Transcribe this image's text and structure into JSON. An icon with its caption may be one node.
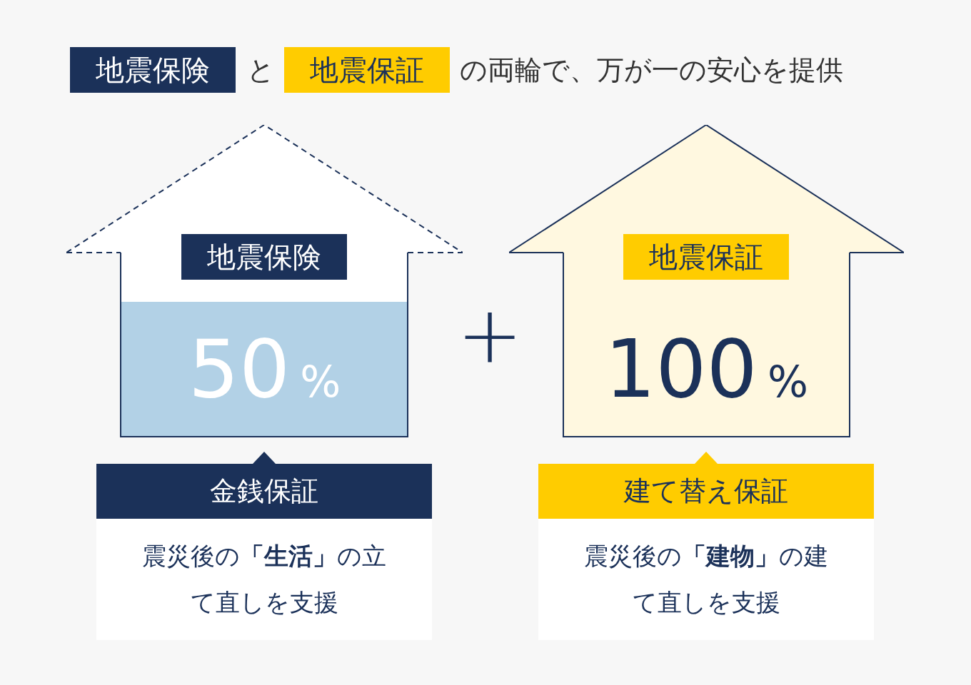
{
  "diagram": {
    "nodes": [
      {
        "text": [
          "地震保険"
        ]
      },
      {
        "text": [
          "地震保証"
        ]
      },
      {
        "text": [
          "50",
          "%"
        ]
      },
      {
        "text": [
          "地震保険"
        ],
        "in": 2
      },
      {
        "text": [
          "金銭保証"
        ]
      },
      {
        "text": [
          "震災後の**「生活」**の立て直しを支援"
        ]
      },
      {
        "text": [
          "100",
          "%"
        ]
      },
      {
        "text": [
          "地震保証"
        ],
        "in": 6
      },
      {
        "text": [
          "建て替え保証"
        ]
      },
      {
        "text": [
          "震災後の**「建物」**の建て直しを支援"
        ]
      }
    ],
    "labels": [
      "と",
      "の両輪で、万が一の安心を提供",
      "+"
    ]
  }
}
